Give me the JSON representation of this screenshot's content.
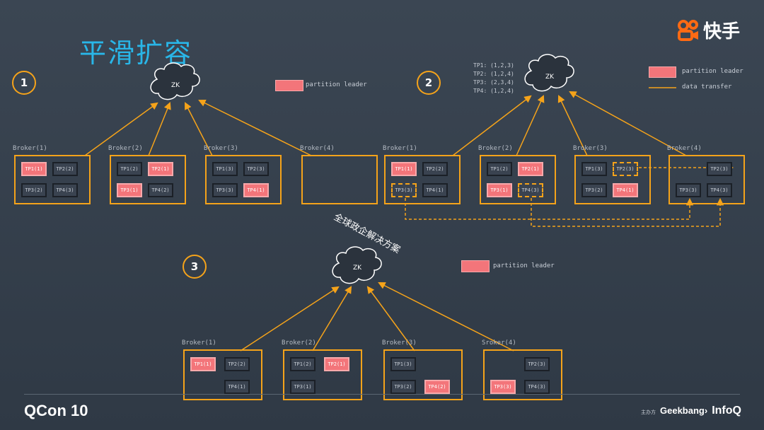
{
  "slide": {
    "title": "平滑扩容",
    "logo_text": "快手",
    "watermark": "全球政企解决方案"
  },
  "colors": {
    "accent": "#f5a31a",
    "leader_fill": "#f3757a",
    "title": "#29b6e8",
    "background": "#37424e"
  },
  "legend": {
    "partition_leader": "partition leader",
    "data_transfer": "data transfer"
  },
  "zk_label": "ZK",
  "panel1": {
    "step": "1",
    "brokers": [
      {
        "label": "Broker(1)",
        "tiles": [
          {
            "text": "TP1(1)",
            "style": "leader"
          },
          {
            "text": "TP2(2)",
            "style": "follower"
          },
          {
            "text": "TP3(2)",
            "style": "follower"
          },
          {
            "text": "TP4(3)",
            "style": "follower"
          }
        ]
      },
      {
        "label": "Broker(2)",
        "tiles": [
          {
            "text": "TP1(2)",
            "style": "follower"
          },
          {
            "text": "TP2(1)",
            "style": "leader"
          },
          {
            "text": "TP3(1)",
            "style": "leader"
          },
          {
            "text": "TP4(2)",
            "style": "follower"
          }
        ]
      },
      {
        "label": "Broker(3)",
        "tiles": [
          {
            "text": "TP1(3)",
            "style": "follower"
          },
          {
            "text": "TP2(3)",
            "style": "follower"
          },
          {
            "text": "TP3(3)",
            "style": "follower"
          },
          {
            "text": "TP4(1)",
            "style": "leader"
          }
        ]
      },
      {
        "label": "Broker(4)",
        "tiles": []
      }
    ]
  },
  "panel2": {
    "step": "2",
    "assignments": [
      "TP1: (1,2,3)",
      "TP2: (1,2,4)",
      "TP3: (2,3,4)",
      "TP4: (1,2,4)"
    ],
    "brokers": [
      {
        "label": "Broker(1)",
        "tiles": [
          {
            "text": "TP1(1)",
            "style": "leader"
          },
          {
            "text": "TP2(2)",
            "style": "follower"
          },
          {
            "text": "TP3(3)",
            "style": "dashed"
          },
          {
            "text": "TP4(1)",
            "style": "follower"
          }
        ]
      },
      {
        "label": "Broker(2)",
        "tiles": [
          {
            "text": "TP1(2)",
            "style": "follower"
          },
          {
            "text": "TP2(1)",
            "style": "leader"
          },
          {
            "text": "TP3(1)",
            "style": "leader"
          },
          {
            "text": "TP4(3)",
            "style": "dashed"
          }
        ]
      },
      {
        "label": "Broker(3)",
        "tiles": [
          {
            "text": "TP1(3)",
            "style": "follower"
          },
          {
            "text": "TP2(3)",
            "style": "dashed"
          },
          {
            "text": "TP3(2)",
            "style": "follower"
          },
          {
            "text": "TP4(1)",
            "style": "leader"
          }
        ]
      },
      {
        "label": "Broker(4)",
        "tiles": [
          {
            "text": "TP2(3)",
            "style": "follower"
          },
          {
            "text": "TP3(3)",
            "style": "follower"
          },
          {
            "text": "TP4(3)",
            "style": "follower"
          }
        ]
      }
    ]
  },
  "panel3": {
    "step": "3",
    "brokers": [
      {
        "label": "Broker(1)",
        "tiles": [
          {
            "text": "TP1(1)",
            "style": "leader"
          },
          {
            "text": "TP2(2)",
            "style": "follower"
          },
          {
            "text": "TP4(1)",
            "style": "follower"
          }
        ]
      },
      {
        "label": "Broker(2)",
        "tiles": [
          {
            "text": "TP1(2)",
            "style": "follower"
          },
          {
            "text": "TP2(1)",
            "style": "leader"
          },
          {
            "text": "TP3(1)",
            "style": "follower"
          }
        ]
      },
      {
        "label": "Broker(3)",
        "tiles": [
          {
            "text": "TP1(3)",
            "style": "follower"
          },
          {
            "text": "TP3(2)",
            "style": "follower"
          },
          {
            "text": "TP4(2)",
            "style": "leader"
          }
        ]
      },
      {
        "label": "Sroker(4)",
        "tiles": [
          {
            "text": "TP2(3)",
            "style": "follower"
          },
          {
            "text": "TP3(3)",
            "style": "leader"
          },
          {
            "text": "TP4(3)",
            "style": "follower"
          }
        ]
      }
    ]
  },
  "footer": {
    "brand": "QCon 10",
    "sponsor_small": "主办方",
    "geekbang": "Geekbang›",
    "infoq": "InfoQ"
  }
}
